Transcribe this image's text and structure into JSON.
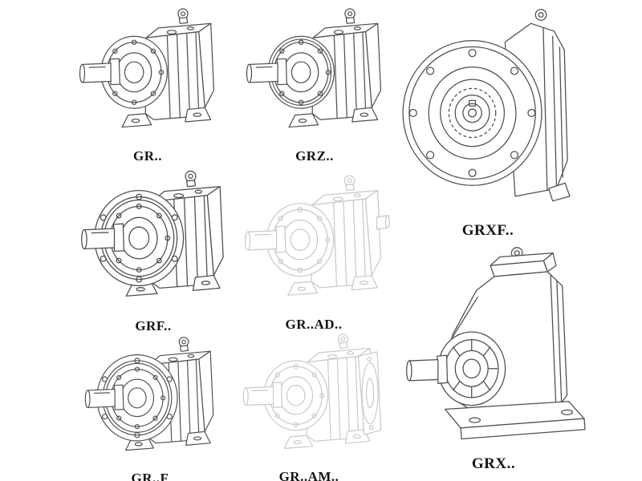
{
  "page": {
    "background": "#ffffff",
    "line_color": "#4f4f4f",
    "faint_line_color": "#c9c9c9",
    "label_color": "#141414"
  },
  "figures": [
    {
      "id": "gr",
      "label": "GR..",
      "style": "solid",
      "description": "foot-mounted helical gear unit"
    },
    {
      "id": "grz",
      "label": "GRZ..",
      "style": "solid",
      "description": "foot-mounted helical gear unit, Z variant"
    },
    {
      "id": "grxf",
      "label": "GRXF..",
      "style": "solid",
      "description": "flange-mounted gear unit, front flange view"
    },
    {
      "id": "grf",
      "label": "GRF..",
      "style": "solid",
      "description": "flange-mounted helical gear unit"
    },
    {
      "id": "grad",
      "label": "GR..AD..",
      "style": "faint",
      "description": "gear unit with input adapter"
    },
    {
      "id": "grff",
      "label": "GR..F",
      "style": "solid",
      "description": "foot and flange mounted gear unit"
    },
    {
      "id": "gram",
      "label": "GR..AM..",
      "style": "faint",
      "description": "gear unit with motor adapter flange"
    },
    {
      "id": "grx",
      "label": "GRX..",
      "style": "solid",
      "description": "large foot-mounted gear unit"
    }
  ]
}
